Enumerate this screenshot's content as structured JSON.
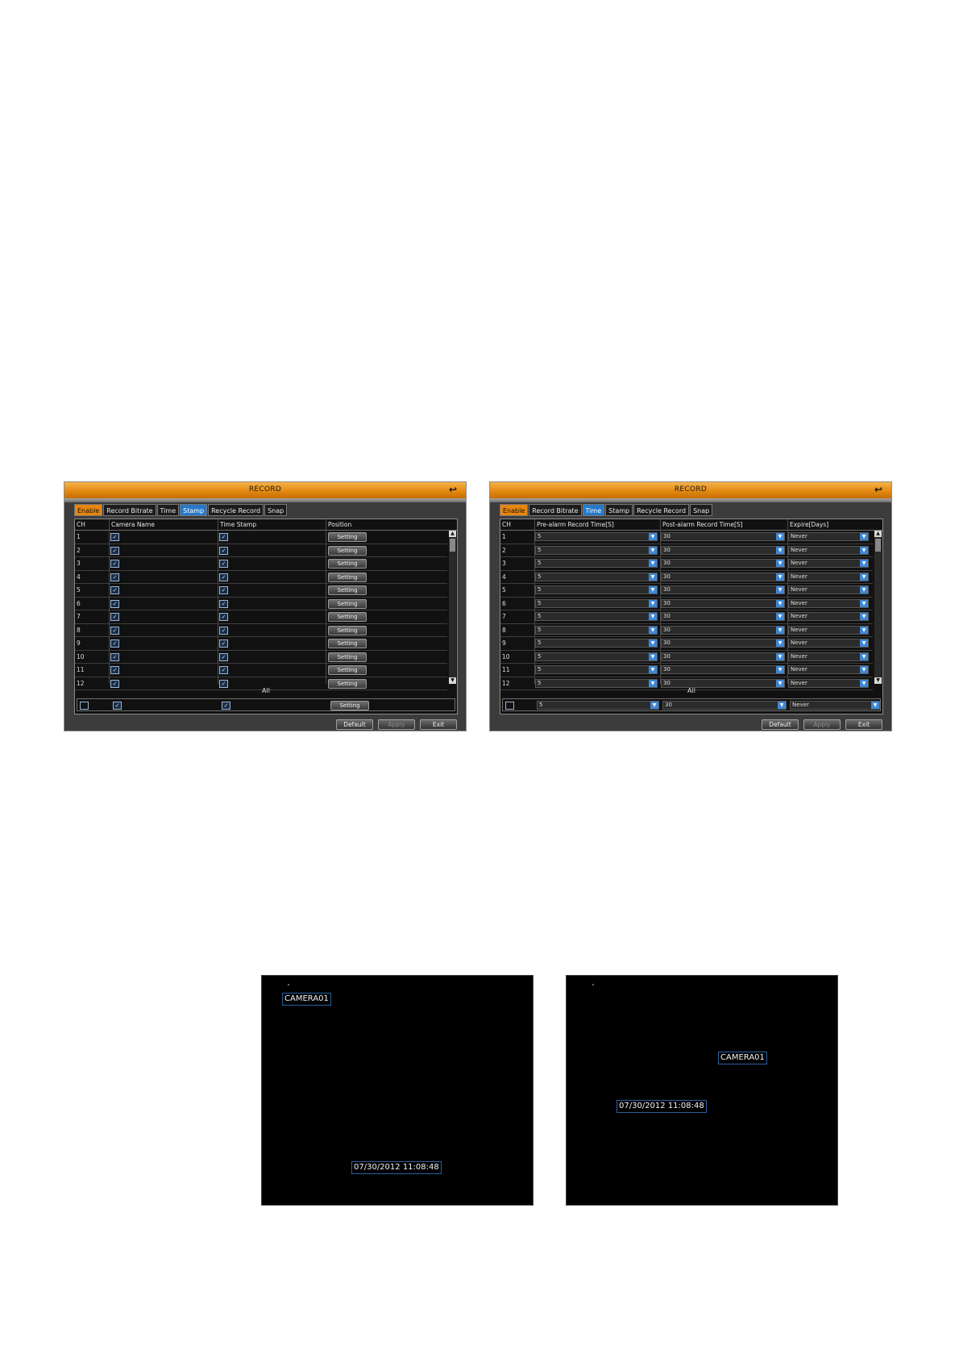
{
  "stamp_panel": {
    "title": "RECORD",
    "tabs": [
      "Enable",
      "Record Bitrate",
      "Time",
      "Stamp",
      "Recycle Record",
      "Snap"
    ],
    "active_tab": "Stamp",
    "columns": [
      "CH",
      "Camera Name",
      "Time Stamp",
      "Position"
    ],
    "rows": [
      {
        "ch": "1",
        "camera_name": true,
        "time_stamp": true,
        "position": "Setting"
      },
      {
        "ch": "2",
        "camera_name": true,
        "time_stamp": true,
        "position": "Setting"
      },
      {
        "ch": "3",
        "camera_name": true,
        "time_stamp": true,
        "position": "Setting"
      },
      {
        "ch": "4",
        "camera_name": true,
        "time_stamp": true,
        "position": "Setting"
      },
      {
        "ch": "5",
        "camera_name": true,
        "time_stamp": true,
        "position": "Setting"
      },
      {
        "ch": "6",
        "camera_name": true,
        "time_stamp": true,
        "position": "Setting"
      },
      {
        "ch": "7",
        "camera_name": true,
        "time_stamp": true,
        "position": "Setting"
      },
      {
        "ch": "8",
        "camera_name": true,
        "time_stamp": true,
        "position": "Setting"
      },
      {
        "ch": "9",
        "camera_name": true,
        "time_stamp": true,
        "position": "Setting"
      },
      {
        "ch": "10",
        "camera_name": true,
        "time_stamp": true,
        "position": "Setting"
      },
      {
        "ch": "11",
        "camera_name": true,
        "time_stamp": true,
        "position": "Setting"
      },
      {
        "ch": "12",
        "camera_name": true,
        "time_stamp": true,
        "position": "Setting"
      }
    ],
    "all_label": "All",
    "all_row": {
      "select": false,
      "camera_name": true,
      "time_stamp": true,
      "position": "Setting"
    },
    "buttons": {
      "default": "Default",
      "apply": "Apply",
      "exit": "Exit"
    }
  },
  "time_panel": {
    "title": "RECORD",
    "tabs": [
      "Enable",
      "Record Bitrate",
      "Time",
      "Stamp",
      "Recycle Record",
      "Snap"
    ],
    "active_tab": "Time",
    "columns": [
      "CH",
      "Pre-alarm Record Time[S]",
      "Post-alarm Record Time[S]",
      "Expire[Days]"
    ],
    "rows": [
      {
        "ch": "1",
        "pre": "5",
        "post": "30",
        "expire": "Never"
      },
      {
        "ch": "2",
        "pre": "5",
        "post": "30",
        "expire": "Never"
      },
      {
        "ch": "3",
        "pre": "5",
        "post": "30",
        "expire": "Never"
      },
      {
        "ch": "4",
        "pre": "5",
        "post": "30",
        "expire": "Never"
      },
      {
        "ch": "5",
        "pre": "5",
        "post": "30",
        "expire": "Never"
      },
      {
        "ch": "6",
        "pre": "5",
        "post": "30",
        "expire": "Never"
      },
      {
        "ch": "7",
        "pre": "5",
        "post": "30",
        "expire": "Never"
      },
      {
        "ch": "8",
        "pre": "5",
        "post": "30",
        "expire": "Never"
      },
      {
        "ch": "9",
        "pre": "5",
        "post": "30",
        "expire": "Never"
      },
      {
        "ch": "10",
        "pre": "5",
        "post": "30",
        "expire": "Never"
      },
      {
        "ch": "11",
        "pre": "5",
        "post": "30",
        "expire": "Never"
      },
      {
        "ch": "12",
        "pre": "5",
        "post": "30",
        "expire": "Never"
      }
    ],
    "all_label": "All",
    "all_row": {
      "select": false,
      "pre": "5",
      "post": "30",
      "expire": "Never"
    },
    "buttons": {
      "default": "Default",
      "apply": "Apply",
      "exit": "Exit"
    }
  },
  "previews": [
    {
      "camera_name": "CAMERA01",
      "timestamp": "07/30/2012 11:08:48"
    },
    {
      "camera_name": "CAMERA01",
      "timestamp": "07/30/2012 11:08:48"
    }
  ],
  "colors": {
    "title_orange": "#e38a12",
    "tab_blue": "#2679c9",
    "panel_bg": "#3c3c3c",
    "osd_border": "#2b5fa0"
  }
}
